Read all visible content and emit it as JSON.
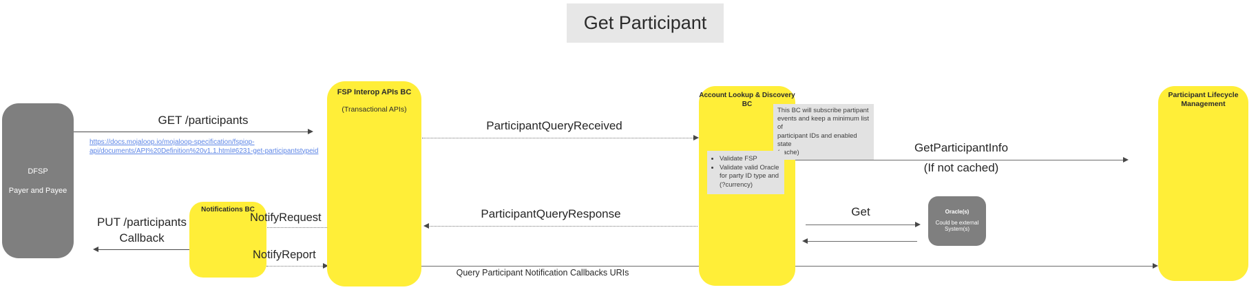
{
  "title": "Get Participant",
  "actors": {
    "dfsp": {
      "name": "DFSP",
      "role": "Payer and Payee"
    },
    "fsp_interop": {
      "name": "FSP Interop APIs BC",
      "subtitle": "(Transactional APIs)"
    },
    "notifications": {
      "name": "Notifications BC"
    },
    "account_lookup": {
      "name_line1": "Account Lookup & Discovery",
      "name_line2": "BC"
    },
    "participant_lifecycle": {
      "name_line1": "Participant Lifecycle",
      "name_line2": "Management"
    },
    "oracle": {
      "name": "Oracle(s)",
      "subtitle": "Could be external System(s)"
    }
  },
  "notes": {
    "subscribe_note": {
      "lines": [
        "This BC will subscribe partipant",
        "events and keep a minimum list of",
        "participant IDs and enabled state",
        "(cache)"
      ]
    },
    "validate_note": {
      "items": [
        "Validate FSP",
        "Validate valid Oracle for party ID type and (?currency)"
      ]
    }
  },
  "messages": {
    "get_participants": {
      "label": "GET /participants",
      "link_line1": "https://docs.mojaloop.io/mojaloop-specification/fspiop-",
      "link_line2": "api/documents/API%20Definition%20v1.1.html#6231-get-participantstypeid"
    },
    "participant_query_received": {
      "label": "ParticipantQueryReceived"
    },
    "get_participant_info": {
      "label": "GetParticipantInfo",
      "condition": "(If not cached)"
    },
    "oracle_get": {
      "label": "Get"
    },
    "participant_query_response": {
      "label": "ParticipantQueryResponse"
    },
    "notify_request": {
      "label": "NotifyRequest"
    },
    "notify_report": {
      "label": "NotifyReport"
    },
    "put_participants_callback": {
      "label_line1": "PUT /participants",
      "label_line2": "Callback"
    },
    "query_callbacks": {
      "label": "Query Participant Notification Callbacks URIs"
    }
  },
  "colors": {
    "bc_yellow": "#ffee38",
    "actor_gray": "#7f7f7f",
    "note_gray": "#e2e2e2",
    "title_bg": "#e7e7e7",
    "link_blue": "#5c85e6"
  }
}
